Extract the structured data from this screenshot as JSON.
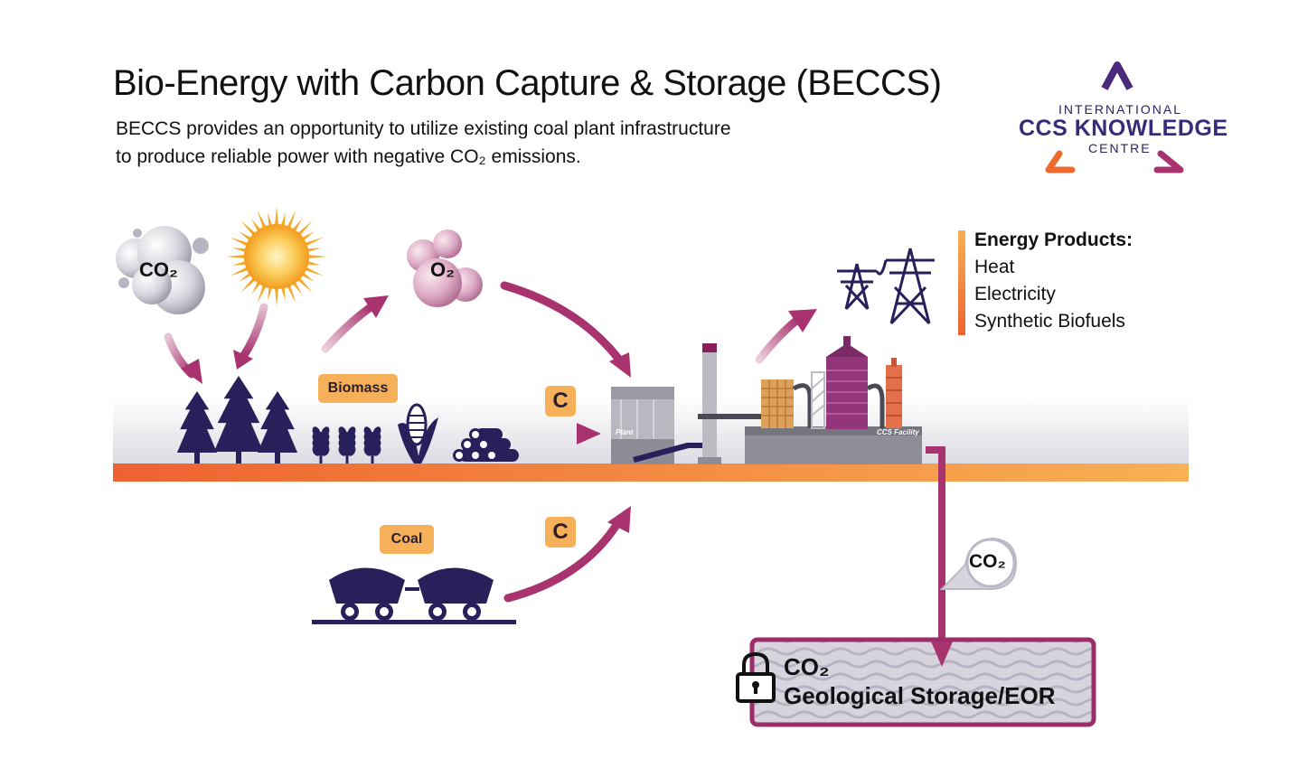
{
  "header": {
    "title": "Bio-Energy with Carbon Capture & Storage (BECCS)",
    "subtitle_line1": "BECCS provides an opportunity to utilize existing coal plant infrastructure",
    "subtitle_line2": "to produce reliable power with negative CO₂ emissions."
  },
  "logo": {
    "top": "INTERNATIONAL",
    "main": "CCS KNOWLEDGE",
    "bottom": "CENTRE"
  },
  "energy_products": {
    "heading": "Energy Products:",
    "items": [
      "Heat",
      "Electricity",
      "Synthetic Biofuels"
    ]
  },
  "labels": {
    "co2_cloud": "CO₂",
    "o2_cloud": "O₂",
    "biomass": "Biomass",
    "coal": "Coal",
    "carbon_top": "C",
    "carbon_bottom": "C",
    "plant": "Plant",
    "ccs_facility": "CCS Facility",
    "co2_pipe": "CO₂",
    "storage_line1": "CO₂",
    "storage_line2": "Geological Storage/EOR"
  },
  "colors": {
    "arrow": "#a8336e",
    "navy": "#27205a",
    "orange": "#f6b05a",
    "ground_left": "#ee6230",
    "ground_right": "#f8b154",
    "storage_border": "#9b2e6a",
    "logo_purple": "#4a2a7a"
  }
}
